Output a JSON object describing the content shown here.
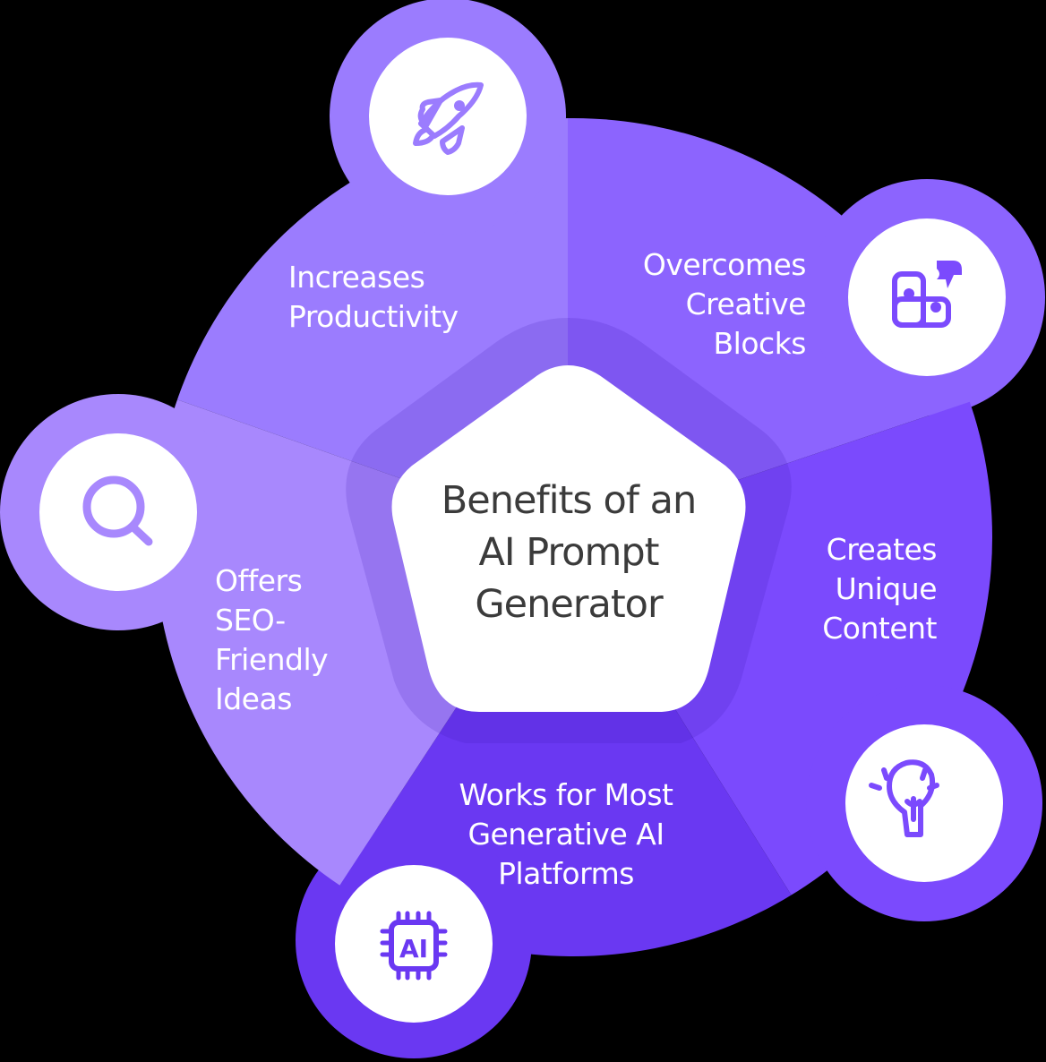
{
  "title": "Benefits of an AI Prompt Generator",
  "title_lines": [
    "Benefits of an",
    "AI Prompt",
    "Generator"
  ],
  "colors": {
    "background": "#000000",
    "segment_top": "#9b7cfe",
    "segment_top_right": "#8c64fe",
    "segment_right": "#7b4afd",
    "segment_bottom": "#6a38f2",
    "segment_left": "#a888fd",
    "center_fill": "#ffffff",
    "center_text": "#3b3b3b",
    "label_text": "#ffffff"
  },
  "benefits": [
    {
      "label_lines": [
        "Increases",
        "Productivity"
      ],
      "icon": "rocket-icon",
      "icon_color": "#9b7cfe"
    },
    {
      "label_lines": [
        "Overcomes",
        "Creative",
        "Blocks"
      ],
      "icon": "puzzle-icon",
      "icon_color": "#7b4afd"
    },
    {
      "label_lines": [
        "Creates",
        "Unique",
        "Content"
      ],
      "icon": "lightbulb-icon",
      "icon_color": "#7b4afd"
    },
    {
      "label_lines": [
        "Works for Most",
        "Generative AI",
        "Platforms"
      ],
      "icon": "ai-chip-icon",
      "icon_color": "#6a38f2"
    },
    {
      "label_lines": [
        "Offers",
        "SEO-",
        "Friendly",
        "Ideas"
      ],
      "icon": "search-icon",
      "icon_color": "#a888fd"
    }
  ],
  "ai_chip_text": "AI"
}
